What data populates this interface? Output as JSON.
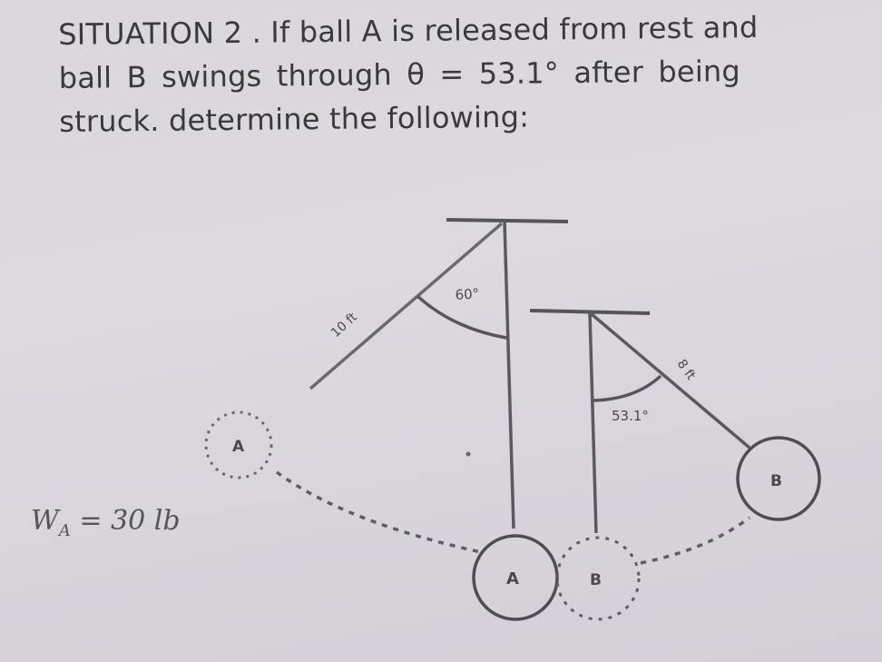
{
  "problem": {
    "lines": [
      "SITUATION 2 . If ball A is released from rest and",
      "ball B swings through θ = 53.1° after being",
      "struck. determine the following:"
    ]
  },
  "diagram": {
    "pendulum_a": {
      "length_label": "10 ft",
      "angle_label": "60°",
      "ball_label": "A",
      "ghost_ball_label": "A"
    },
    "pendulum_b": {
      "length_label": "8 ft",
      "angle_label": "53.1°",
      "ball_label": "B",
      "ghost_ball_label": "B"
    },
    "weight": {
      "symbol": "W",
      "subscript": "A",
      "value": "= 30 lb"
    }
  },
  "colors": {
    "line": "#55555a",
    "text": "#3a3a3c",
    "paper": "#d9d7d9"
  }
}
